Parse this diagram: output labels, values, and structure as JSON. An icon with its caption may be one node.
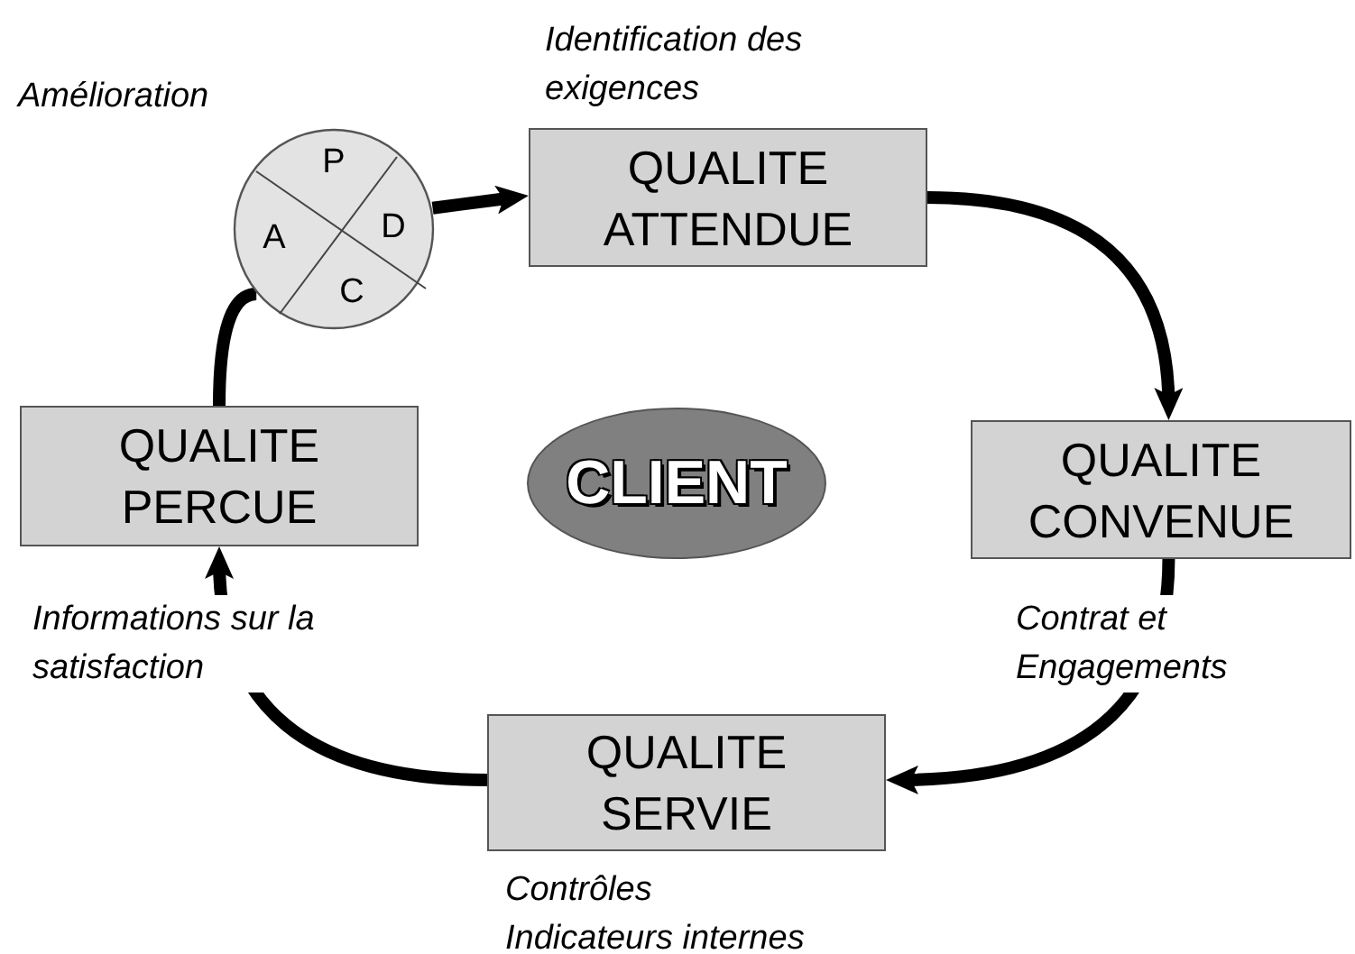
{
  "diagram": {
    "nodes": [
      {
        "text": [
          "P",
          "A",
          "D",
          "C"
        ],
        "beside": [
          "Amélioration"
        ]
      },
      {
        "text": [
          "QUALITE ATTENDUE"
        ],
        "beside": [
          "Identification des exigences"
        ]
      },
      {
        "text": [
          "QUALITE CONVENUE"
        ]
      },
      {
        "text": [
          "QUALITE SERVIE"
        ],
        "beside": [
          "Contrôles Indicateurs internes"
        ]
      },
      {
        "text": [
          "QUALITE PERCUE"
        ]
      },
      {
        "text": [
          "CLIENT"
        ]
      }
    ],
    "edges": [
      {
        "from": 0,
        "to": 1,
        "arrow": "to"
      },
      {
        "from": 1,
        "to": 2,
        "arrow": "to"
      },
      {
        "from": 2,
        "to": 3,
        "arrow": "to",
        "label": "Contrat et Engagements"
      },
      {
        "from": 3,
        "to": 4,
        "arrow": "to",
        "label": "Informations sur la satisfaction"
      },
      {
        "from": 4,
        "to": 0,
        "arrow": "none"
      }
    ]
  }
}
